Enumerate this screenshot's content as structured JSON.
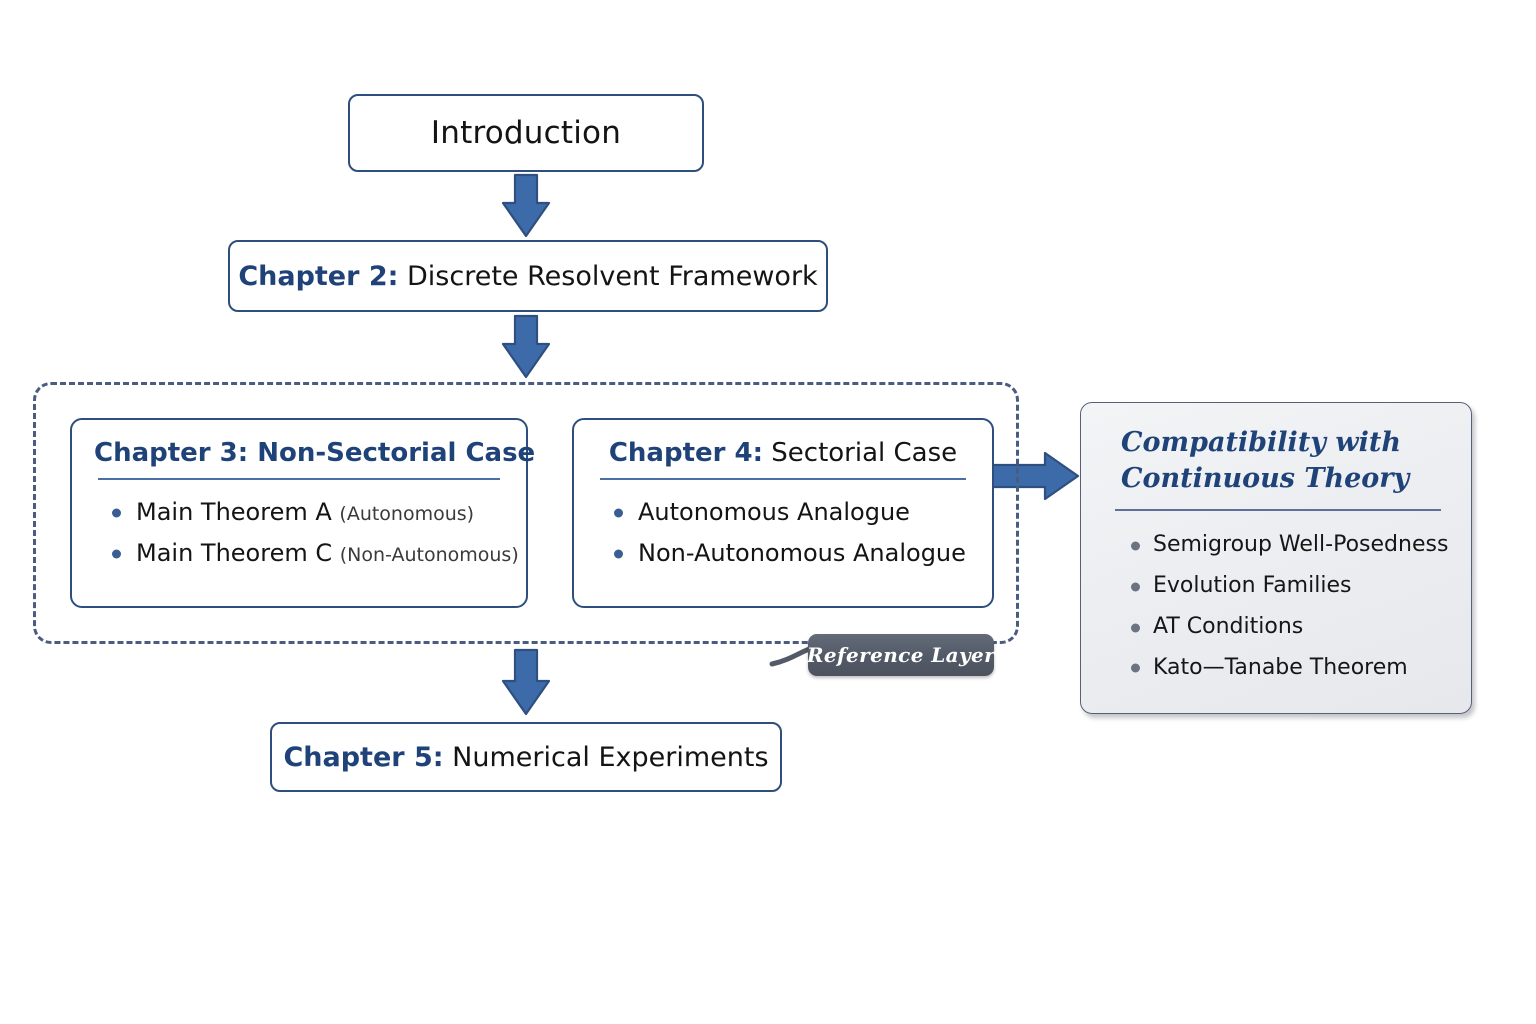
{
  "diagram": {
    "title_text": "Thesis Structure Flowchart",
    "colors": {
      "accent_blue": "#1F4379",
      "arrow_fill": "#3D6BAA",
      "arrow_stroke": "#2E4F7F",
      "box_border": "#2E4E7E",
      "dashed_border": "#4A5C80",
      "badge_bg": "#535A67",
      "panel_bg": "#ECEEF1",
      "panel_border": "#56607A",
      "bullet_blue": "#3A5E91",
      "bullet_gray": "#6B7280"
    }
  },
  "intro": {
    "label": "Introduction"
  },
  "chapter2": {
    "tag": "Chapter 2:",
    "rest": " Discrete Resolvent Framework"
  },
  "chapter3": {
    "tag": "Chapter 3:",
    "rest": " Non-Sectorial Case",
    "bullets": [
      {
        "text": "Main Theorem A ",
        "qualifier": "(Autonomous)"
      },
      {
        "text": "Main Theorem C ",
        "qualifier": "(Non-Autonomous)"
      }
    ]
  },
  "chapter4": {
    "tag": "Chapter 4:",
    "rest": " Sectorial Case",
    "bullets": [
      {
        "text": "Autonomous Analogue",
        "qualifier": ""
      },
      {
        "text": "Non-Autonomous Analogue",
        "qualifier": ""
      }
    ]
  },
  "chapter5": {
    "tag": "Chapter 5:",
    "rest": " Numerical Experiments"
  },
  "reference_layer": {
    "label": "Reference Layer"
  },
  "compatibility": {
    "title_line1": "Compatibility with",
    "title_line2": "Continuous Theory",
    "bullets": [
      "Semigroup Well-Posedness",
      "Evolution Families",
      "AT Conditions",
      "Kato—Tanabe Theorem"
    ]
  },
  "arrows": [
    {
      "name": "intro-to-chapter2",
      "direction": "down"
    },
    {
      "name": "chapter2-to-group",
      "direction": "down"
    },
    {
      "name": "group-to-chapter5",
      "direction": "down"
    },
    {
      "name": "chapter4-to-compatibility",
      "direction": "right"
    }
  ]
}
